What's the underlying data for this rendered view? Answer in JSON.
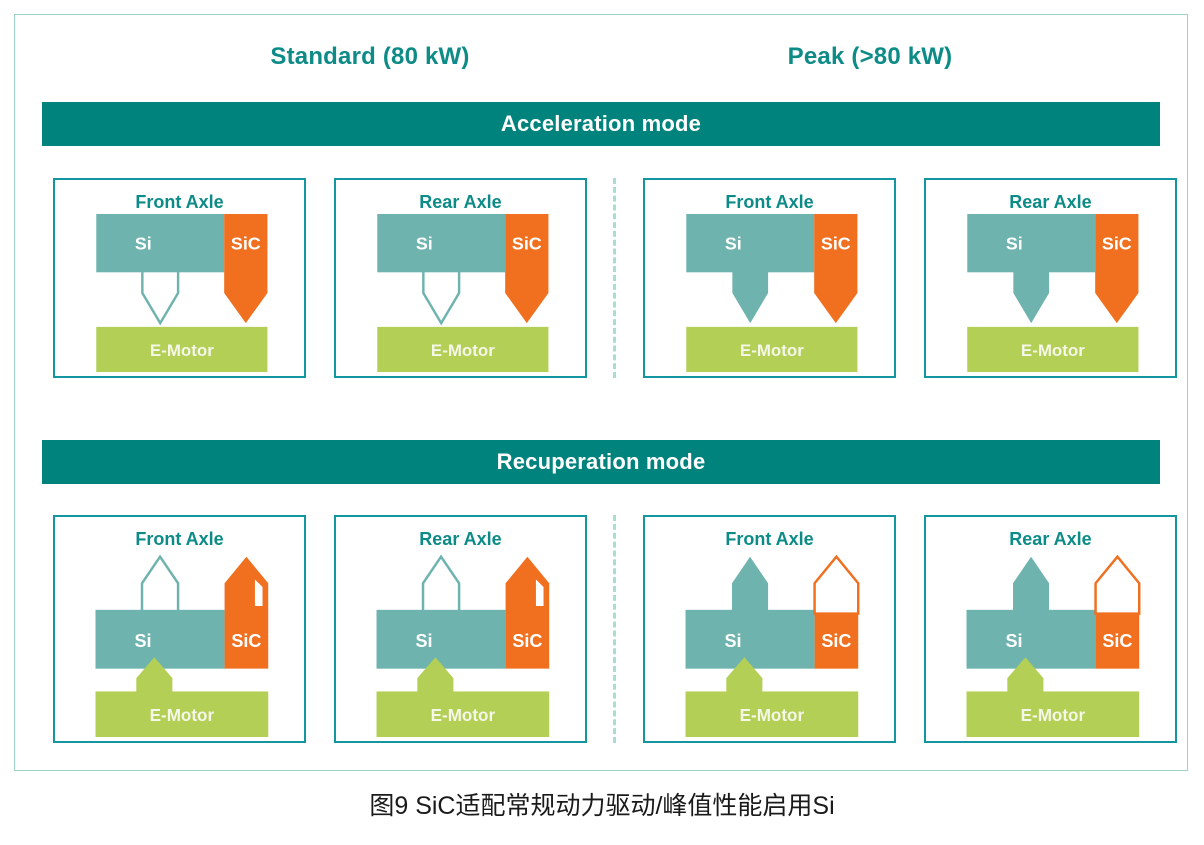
{
  "figure": {
    "caption": "图9  SiC适配常规动力驱动/峰值性能启用Si"
  },
  "colors": {
    "teal_dark": "#00827d",
    "teal_title": "#0d8b87",
    "panel_border": "#1496a0",
    "si_fill": "#6fb3af",
    "sic_fill": "#f07020",
    "motor_fill": "#b3cf55",
    "divider": "#a9ddd2",
    "frame_border": "#9ed3c8",
    "white": "#ffffff"
  },
  "columns": [
    {
      "id": "standard",
      "label": "Standard (80 kW)"
    },
    {
      "id": "peak",
      "label": "Peak (>80 kW)"
    }
  ],
  "modes": [
    {
      "id": "acceleration",
      "banner": "Acceleration mode",
      "panels": [
        {
          "axle": "Front Axle",
          "column": "standard",
          "blocks": {
            "si": "Si",
            "sic": "SiC",
            "motor": "E-Motor"
          },
          "si_arrow": "outline-down",
          "sic_arrow": "filled-down",
          "motor_arrow": "none"
        },
        {
          "axle": "Rear Axle",
          "column": "standard",
          "blocks": {
            "si": "Si",
            "sic": "SiC",
            "motor": "E-Motor"
          },
          "si_arrow": "outline-down",
          "sic_arrow": "filled-down",
          "motor_arrow": "none"
        },
        {
          "axle": "Front Axle",
          "column": "peak",
          "blocks": {
            "si": "Si",
            "sic": "SiC",
            "motor": "E-Motor"
          },
          "si_arrow": "filled-down",
          "sic_arrow": "filled-down",
          "motor_arrow": "none"
        },
        {
          "axle": "Rear Axle",
          "column": "peak",
          "blocks": {
            "si": "Si",
            "sic": "SiC",
            "motor": "E-Motor"
          },
          "si_arrow": "filled-down",
          "sic_arrow": "filled-down",
          "motor_arrow": "none"
        }
      ]
    },
    {
      "id": "recuperation",
      "banner": "Recuperation mode",
      "panels": [
        {
          "axle": "Front Axle",
          "column": "standard",
          "blocks": {
            "si": "Si",
            "sic": "SiC",
            "motor": "E-Motor"
          },
          "si_arrow": "outline-up",
          "sic_arrow": "filled-up-notch",
          "motor_arrow": "filled-up"
        },
        {
          "axle": "Rear Axle",
          "column": "standard",
          "blocks": {
            "si": "Si",
            "sic": "SiC",
            "motor": "E-Motor"
          },
          "si_arrow": "outline-up",
          "sic_arrow": "filled-up-notch",
          "motor_arrow": "filled-up"
        },
        {
          "axle": "Front Axle",
          "column": "peak",
          "blocks": {
            "si": "Si",
            "sic": "SiC",
            "motor": "E-Motor"
          },
          "si_arrow": "filled-up",
          "sic_arrow": "outline-up",
          "motor_arrow": "filled-up"
        },
        {
          "axle": "Rear Axle",
          "column": "peak",
          "blocks": {
            "si": "Si",
            "sic": "SiC",
            "motor": "E-Motor"
          },
          "si_arrow": "filled-up",
          "sic_arrow": "outline-up",
          "motor_arrow": "filled-up"
        }
      ]
    }
  ]
}
